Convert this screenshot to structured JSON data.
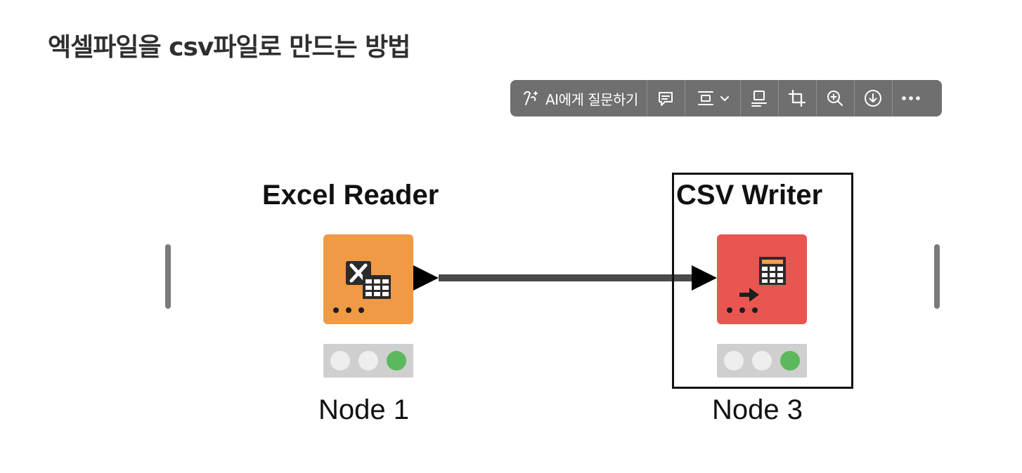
{
  "page": {
    "title": "엑셀파일을 csv파일로 만드는 방법"
  },
  "toolbar": {
    "ai_label": "AI에게 질문하기",
    "buttons": [
      {
        "name": "comment",
        "icon": "comment-icon"
      },
      {
        "name": "align",
        "icon": "align-center-icon"
      },
      {
        "name": "caption",
        "icon": "caption-icon"
      },
      {
        "name": "crop",
        "icon": "crop-icon"
      },
      {
        "name": "zoom",
        "icon": "zoom-in-icon"
      },
      {
        "name": "download",
        "icon": "download-icon"
      },
      {
        "name": "more",
        "icon": "more-icon"
      }
    ]
  },
  "workflow": {
    "nodes": [
      {
        "label": "Excel Reader",
        "name": "Node 1",
        "color": "#f09a45",
        "status": [
          "off",
          "off",
          "green"
        ]
      },
      {
        "label": "CSV Writer",
        "name": "Node 3",
        "color": "#e9564f",
        "status": [
          "off",
          "off",
          "green"
        ],
        "selected": true
      }
    ]
  }
}
